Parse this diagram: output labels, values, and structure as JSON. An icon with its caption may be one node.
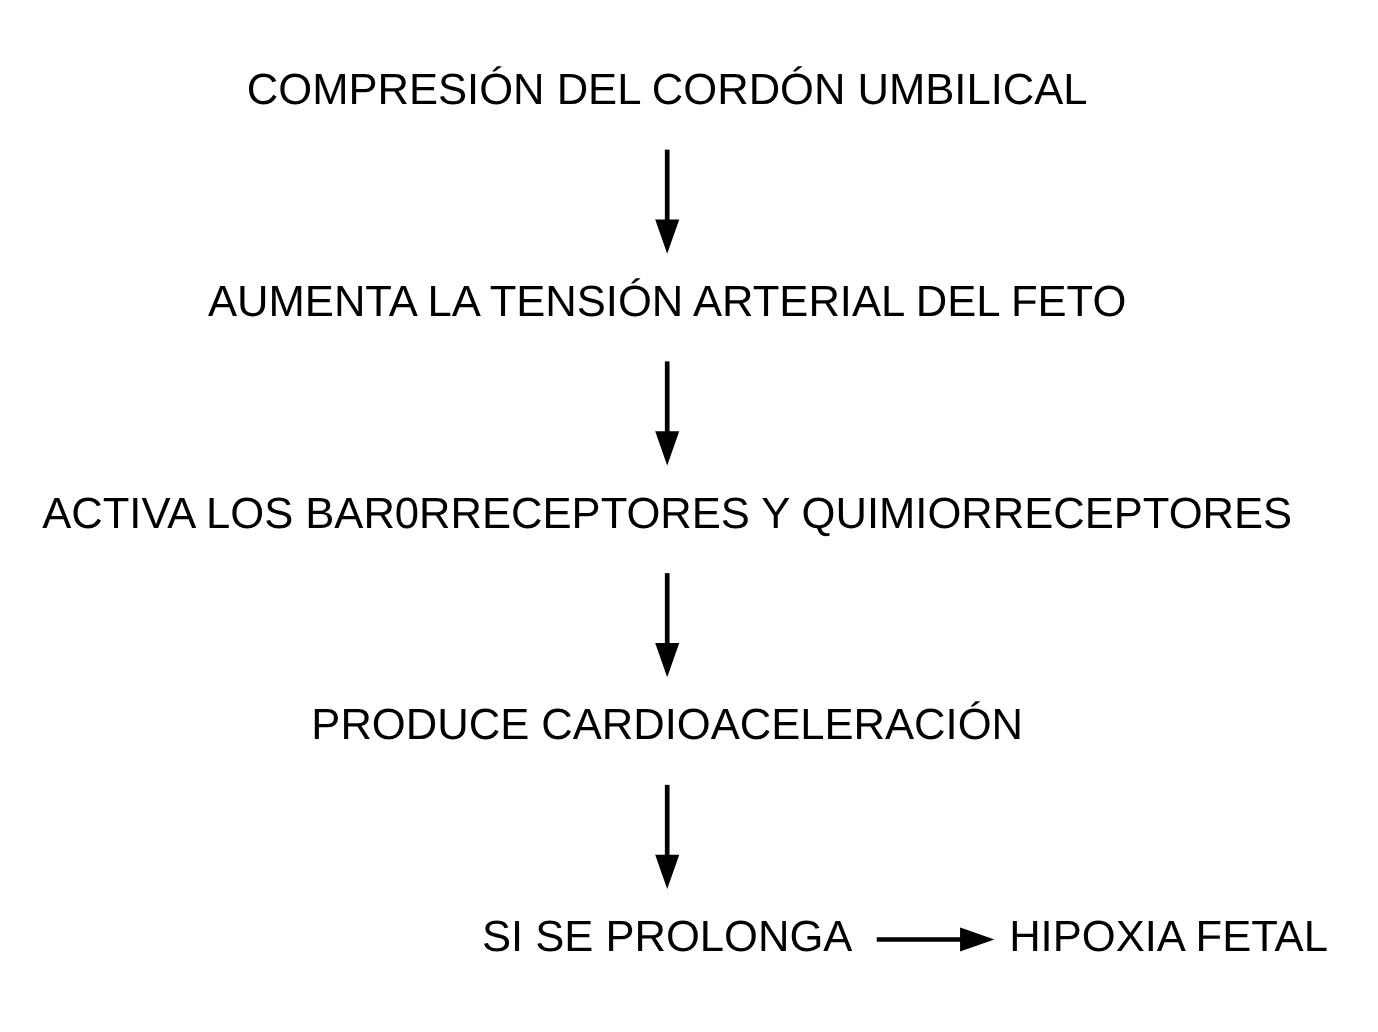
{
  "diagram": {
    "nodes": [
      {
        "text": [
          "COMPRESIÓN DEL CORDÓN UMBILICAL"
        ]
      },
      {
        "text": [
          "AUMENTA LA TENSIÓN ARTERIAL DEL FETO"
        ]
      },
      {
        "text": [
          "ACTIVA LOS BAR0RRECEPTORES Y QUIMIORRECEPTORES"
        ]
      },
      {
        "text": [
          "PRODUCE CARDIOACELERACIÓN"
        ]
      },
      {
        "text": [
          "SI SE PROLONGA"
        ]
      },
      {
        "text": [
          "HIPOXIA FETAL"
        ]
      }
    ],
    "edges": [
      {
        "from": 0,
        "to": 1,
        "arrow": "to"
      },
      {
        "from": 1,
        "to": 2,
        "arrow": "to"
      },
      {
        "from": 2,
        "to": 3,
        "arrow": "to"
      },
      {
        "from": 3,
        "to": 4,
        "arrow": "to"
      },
      {
        "from": 4,
        "to": 5,
        "arrow": "to"
      }
    ]
  }
}
